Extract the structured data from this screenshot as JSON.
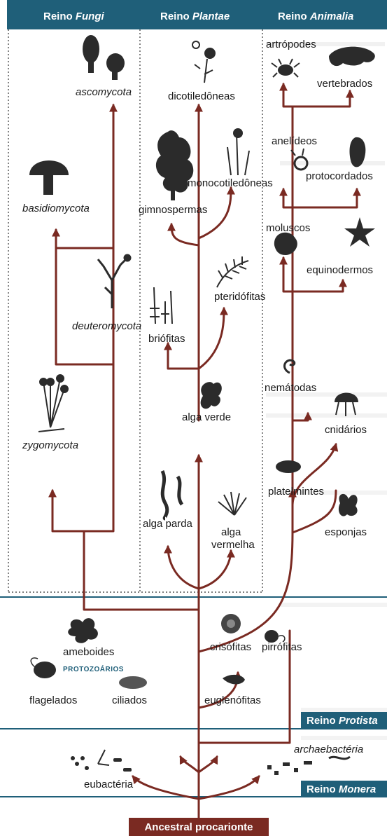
{
  "headers": {
    "fungi_prefix": "Reino ",
    "fungi_name": "Fungi",
    "plantae_prefix": "Reino ",
    "plantae_name": "Plantae",
    "animalia_prefix": "Reino ",
    "animalia_name": "Animalia",
    "protista_prefix": "Reino ",
    "protista_name": "Protista",
    "monera_prefix": "Reino ",
    "monera_name": "Monera"
  },
  "root": "Ancestral procarionte",
  "fungi": {
    "ascomycota": "ascomycota",
    "basidiomycota": "basidiomycota",
    "deuteromycota": "deuteromycota",
    "zygomycota": "zygomycota"
  },
  "plantae": {
    "dicotiledoneas": "dicotiledôneas",
    "gimnospermas": "gimnospermas",
    "monocotiledoneas": "monocotiledôneas",
    "pteridofitas": "pteridófitas",
    "briofitas": "briófitas",
    "alga_verde": "alga verde",
    "alga_parda": "alga parda",
    "alga_vermelha_1": "alga",
    "alga_vermelha_2": "vermelha"
  },
  "animalia": {
    "artropodes": "artrópodes",
    "vertebrados": "vertebrados",
    "anelideos": "anelídeos",
    "protocordados": "protocordados",
    "moluscos": "moluscos",
    "equinodermos": "equinodermos",
    "nematodas": "nemátodas",
    "cnidarios": "cnidários",
    "platelmintes": "platelmintes",
    "esponjas": "esponjas"
  },
  "protista": {
    "ameboides": "ameboides",
    "protozoarios": "PROTOZOÁRIOS",
    "flagelados": "flagelados",
    "ciliados": "ciliados",
    "crisofitas": "crisófitas",
    "pirrofitas": "pirrófitas",
    "euglenofitas": "euglenófitas"
  },
  "monera": {
    "eubacteria": "eubactéria",
    "archaebacteria": "archaebactéria"
  },
  "colors": {
    "header_bg": "#1f5f79",
    "branch": "#7a2a22",
    "root_bg": "#7a2a22"
  }
}
